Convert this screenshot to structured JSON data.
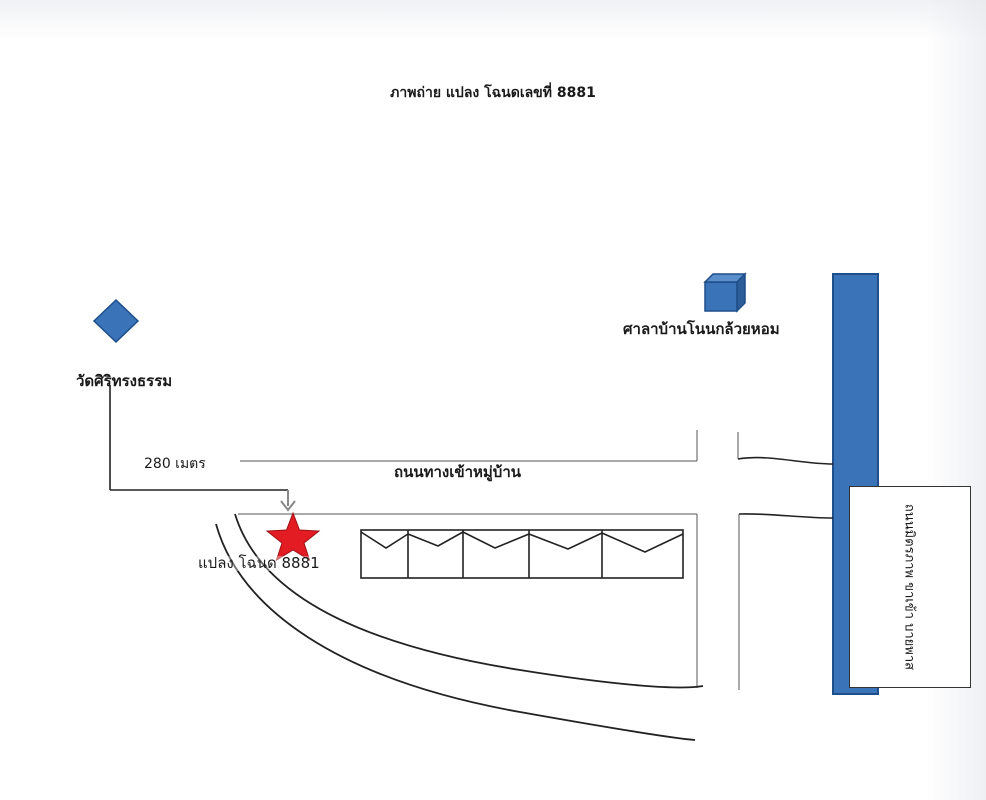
{
  "map": {
    "title": "ภาพถ่าย แปลง โฉนดเลขที่ 8881",
    "temple": {
      "label": "วัดศิริทรงธรรม",
      "icon": "diamond-icon",
      "color": "#3a73b8"
    },
    "hall": {
      "label": "ศาลาบ้านโนนกล้วยหอม",
      "icon": "cube-icon",
      "color": "#3a73b8"
    },
    "distance_label": "280 เมตร",
    "village_road_label": "ถนนทางเข้าหมู่บ้าน",
    "plot": {
      "label": "แปลง โฉนด 8881",
      "marker": "star-icon",
      "marker_color": "#e31b23"
    },
    "highway": {
      "label": "ถนนมิตรภาพ ขาเข้า บายพาส",
      "color": "#3a73b8"
    }
  }
}
